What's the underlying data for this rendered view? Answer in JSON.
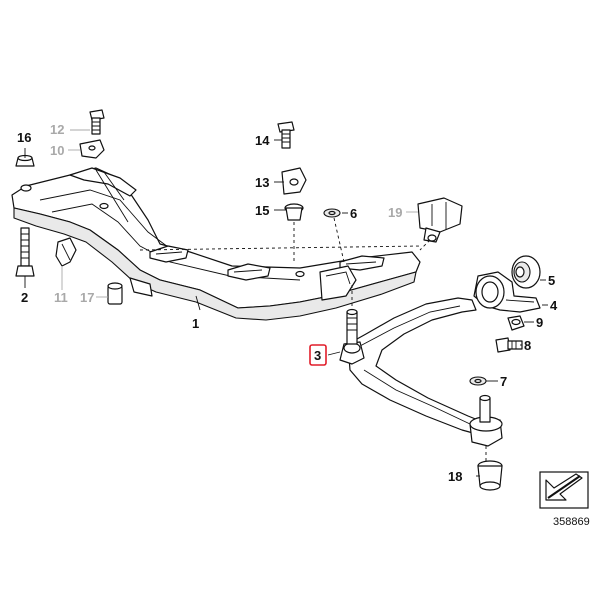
{
  "callouts": {
    "c1": "1",
    "c2": "2",
    "c3": "3",
    "c4": "4",
    "c5": "5",
    "c6": "6",
    "c7": "7",
    "c8": "8",
    "c9": "9",
    "c10": "10",
    "c11": "11",
    "c12": "12",
    "c13": "13",
    "c14": "14",
    "c15": "15",
    "c16": "16",
    "c17": "17",
    "c18": "18",
    "c19": "19"
  },
  "diagram_ref": "358869",
  "highlight_part": "3",
  "colors": {
    "highlight": "#e11d2a",
    "line": "#111111",
    "inactive_label": "#a9a9a9"
  },
  "icons": {
    "corner_badge": "arrow-badge-icon"
  }
}
